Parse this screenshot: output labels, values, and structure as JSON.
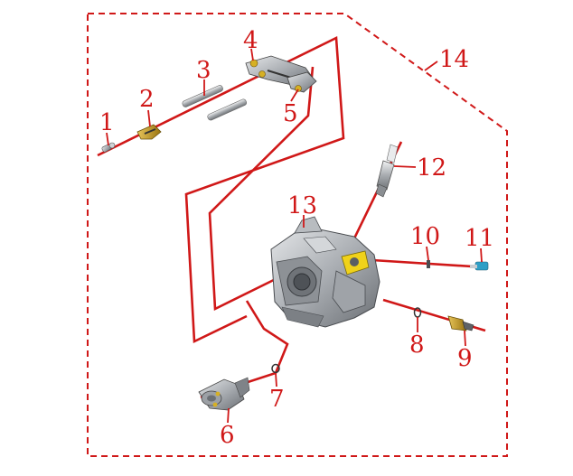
{
  "diagram": {
    "callouts": [
      {
        "id": "1",
        "label": "1"
      },
      {
        "id": "2",
        "label": "2"
      },
      {
        "id": "3",
        "label": "3"
      },
      {
        "id": "4",
        "label": "4"
      },
      {
        "id": "5",
        "label": "5"
      },
      {
        "id": "6",
        "label": "6"
      },
      {
        "id": "7",
        "label": "7"
      },
      {
        "id": "8",
        "label": "8"
      },
      {
        "id": "9",
        "label": "9"
      },
      {
        "id": "10",
        "label": "10"
      },
      {
        "id": "11",
        "label": "11"
      },
      {
        "id": "12",
        "label": "12"
      },
      {
        "id": "13",
        "label": "13"
      },
      {
        "id": "14",
        "label": "14"
      }
    ],
    "colors": {
      "callout": "#d01818",
      "metal_light": "#c9cccf",
      "metal_mid": "#9a9ea3",
      "metal_dark": "#5d6166",
      "brass": "#c8a02a",
      "yellow": "#f0d21a"
    }
  }
}
